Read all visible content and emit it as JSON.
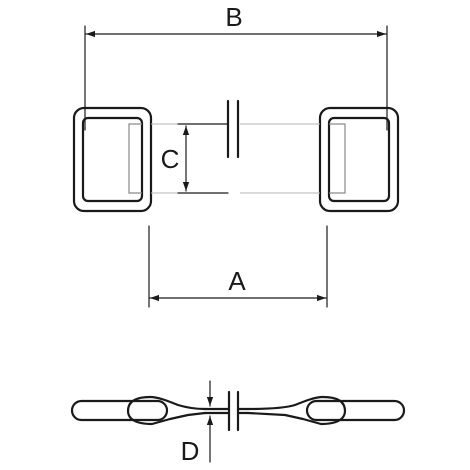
{
  "diagram": {
    "labels": {
      "a": "A",
      "b": "B",
      "c": "C",
      "d": "D"
    },
    "colors": {
      "ink": "#1a1a1a",
      "light_line": "#8a8a8a",
      "faint_line": "#b5b5b5",
      "background": "#ffffff"
    }
  }
}
